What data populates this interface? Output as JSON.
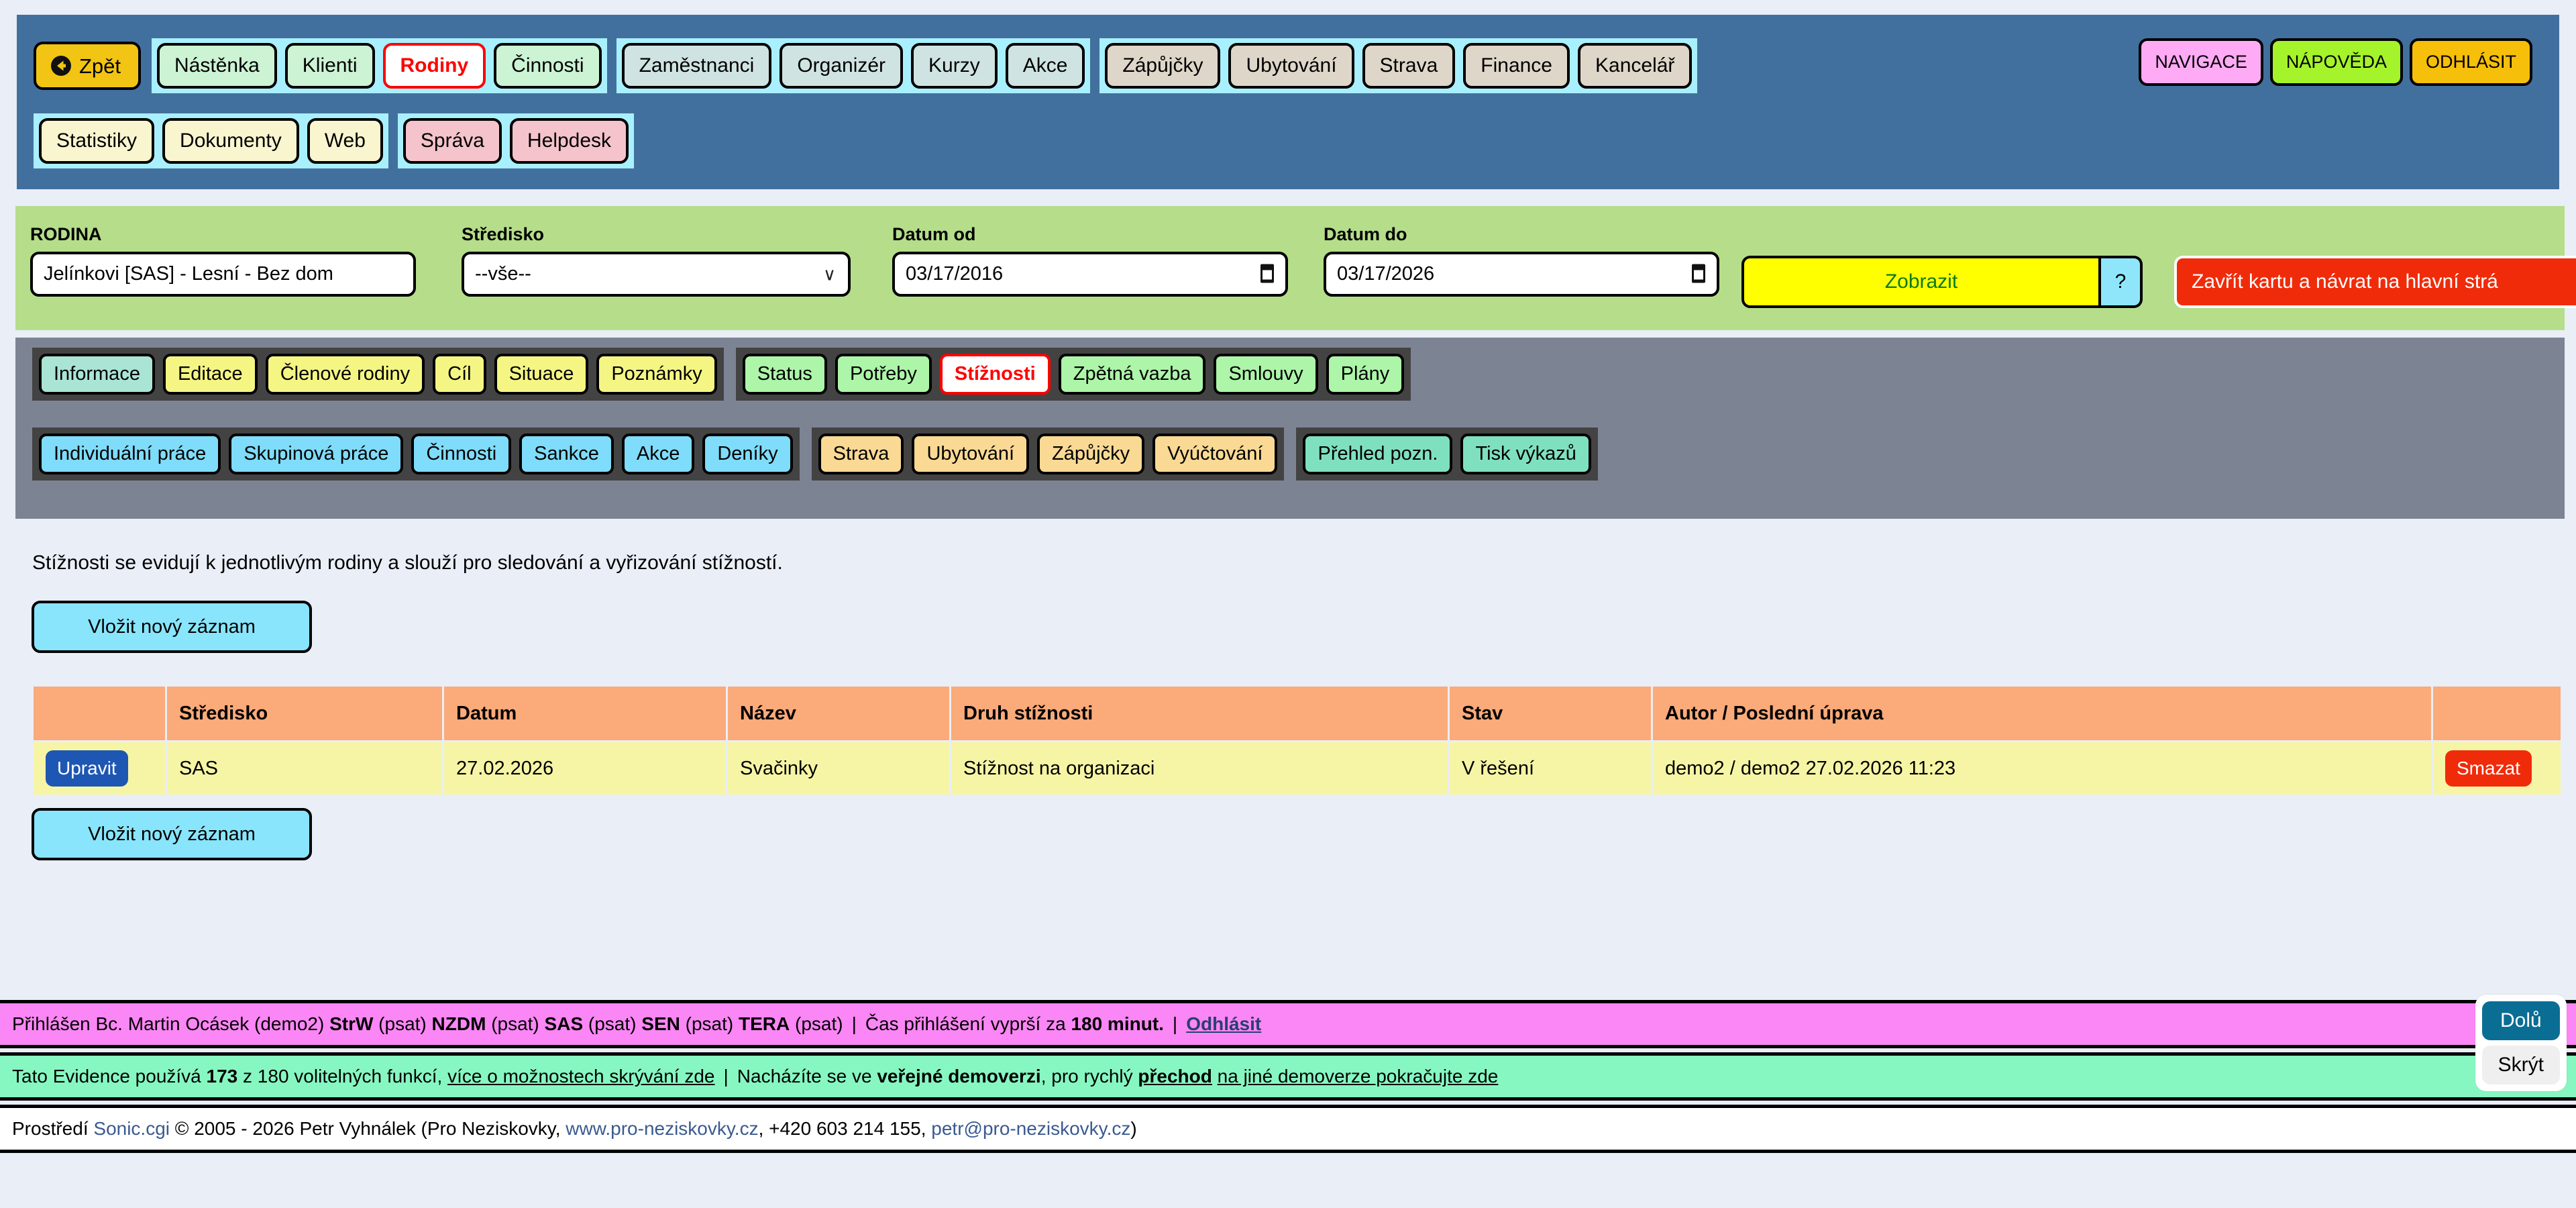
{
  "header": {
    "back_label": "Zpět",
    "back_icon": "arrow-left-circle-icon",
    "nav_groups": [
      {
        "name": "primary",
        "style": "g-green",
        "items": [
          {
            "label": "Nástěnka",
            "active": false
          },
          {
            "label": "Klienti",
            "active": false
          },
          {
            "label": "Rodiny",
            "active": true
          },
          {
            "label": "Činnosti",
            "active": false
          }
        ]
      },
      {
        "name": "secondary",
        "style": "g-teal",
        "items": [
          {
            "label": "Zaměstnanci",
            "active": false
          },
          {
            "label": "Organizér",
            "active": false
          },
          {
            "label": "Kurzy",
            "active": false
          },
          {
            "label": "Akce",
            "active": false
          }
        ]
      },
      {
        "name": "tertiary",
        "style": "g-beige",
        "items": [
          {
            "label": "Zápůjčky",
            "active": false
          },
          {
            "label": "Ubytování",
            "active": false
          },
          {
            "label": "Strava",
            "active": false
          },
          {
            "label": "Finance",
            "active": false
          },
          {
            "label": "Kancelář",
            "active": false
          }
        ]
      },
      {
        "name": "tools",
        "style": "g-cream",
        "items": [
          {
            "label": "Statistiky",
            "active": false
          },
          {
            "label": "Dokumenty",
            "active": false
          },
          {
            "label": "Web",
            "active": false
          }
        ]
      },
      {
        "name": "admin",
        "style": "g-pink",
        "items": [
          {
            "label": "Správa",
            "active": false
          },
          {
            "label": "Helpdesk",
            "active": false
          }
        ]
      }
    ],
    "right_buttons": {
      "navigace": "NAVIGACE",
      "napoveda": "NÁPOVĚDA",
      "odhlasit": "ODHLÁSIT"
    }
  },
  "filter": {
    "rodina_label": "RODINA",
    "rodina_value": "Jelínkovi [SAS] - Lesní - Bez dom",
    "stredisko_label": "Středisko",
    "stredisko_value": "--vše--",
    "stredisko_options": [
      "--vše--"
    ],
    "datum_od_label": "Datum od",
    "datum_od_value": "03/17/2016",
    "datum_do_label": "Datum do",
    "datum_do_value": "03/17/2026",
    "zobrazit_label": "Zobrazit",
    "help_label": "?",
    "close_card_label": "Zavřít kartu a návrat na hlavní strá"
  },
  "tabs": {
    "row1": [
      {
        "group": "t-mix",
        "items": [
          {
            "label": "Informace",
            "style": "t-mint",
            "selected": false
          },
          {
            "label": "Editace",
            "style": "t-yellow",
            "selected": false
          },
          {
            "label": "Členové rodiny",
            "style": "t-yellow",
            "selected": false
          },
          {
            "label": "Cíl",
            "style": "t-yellow",
            "selected": false
          },
          {
            "label": "Situace",
            "style": "t-yellow",
            "selected": false
          },
          {
            "label": "Poznámky",
            "style": "t-yellow",
            "selected": false
          }
        ]
      },
      {
        "group": "t-green-grp",
        "items": [
          {
            "label": "Status",
            "style": "t-green",
            "selected": false
          },
          {
            "label": "Potřeby",
            "style": "t-green",
            "selected": false
          },
          {
            "label": "Stížnosti",
            "style": "t-green",
            "selected": true
          },
          {
            "label": "Zpětná vazba",
            "style": "t-green",
            "selected": false
          },
          {
            "label": "Smlouvy",
            "style": "t-green",
            "selected": false
          },
          {
            "label": "Plány",
            "style": "t-green",
            "selected": false
          }
        ]
      }
    ],
    "row2": [
      {
        "group": "t-cyan-grp",
        "items": [
          {
            "label": "Individuální práce",
            "style": "t-cyan",
            "selected": false
          },
          {
            "label": "Skupinová práce",
            "style": "t-cyan",
            "selected": false
          },
          {
            "label": "Činnosti",
            "style": "t-cyan",
            "selected": false
          },
          {
            "label": "Sankce",
            "style": "t-cyan",
            "selected": false
          },
          {
            "label": "Akce",
            "style": "t-cyan",
            "selected": false
          },
          {
            "label": "Deníky",
            "style": "t-cyan",
            "selected": false
          }
        ]
      },
      {
        "group": "t-orange-grp",
        "items": [
          {
            "label": "Strava",
            "style": "t-orange",
            "selected": false
          },
          {
            "label": "Ubytování",
            "style": "t-orange",
            "selected": false
          },
          {
            "label": "Zápůjčky",
            "style": "t-orange",
            "selected": false
          },
          {
            "label": "Vyúčtování",
            "style": "t-orange",
            "selected": false
          }
        ]
      },
      {
        "group": "t-teal-grp",
        "items": [
          {
            "label": "Přehled pozn.",
            "style": "t-teal2",
            "selected": false
          },
          {
            "label": "Tisk výkazů",
            "style": "t-teal2",
            "selected": false
          }
        ]
      }
    ]
  },
  "content": {
    "intro_text": "Stížnosti se evidují k jednotlivým rodiny a slouží pro sledování a vyřizování stížností.",
    "new_record_label": "Vložit nový záznam",
    "table": {
      "columns": [
        "",
        "Středisko",
        "Datum",
        "Název",
        "Druh stížnosti",
        "Stav",
        "Autor / Poslední úprava",
        ""
      ],
      "edit_label": "Upravit",
      "delete_label": "Smazat",
      "rows": [
        {
          "stredisko": "SAS",
          "datum": "27.02.2026",
          "nazev": "Svačinky",
          "druh": "Stížnost na organizaci",
          "stav": "V řešení",
          "autor": "demo2 / demo2 27.02.2026 11:23"
        }
      ]
    }
  },
  "footer": {
    "login": {
      "prefix": "Přihlášen Bc. Martin Ocásek (demo2)",
      "roles": [
        {
          "code": "StrW",
          "note": "(psat)"
        },
        {
          "code": "NZDM",
          "note": "(psat)"
        },
        {
          "code": "SAS",
          "note": "(psat)"
        },
        {
          "code": "SEN",
          "note": "(psat)"
        },
        {
          "code": "TERA",
          "note": "(psat)"
        }
      ],
      "session_prefix": "Čas přihlášení vyprší za",
      "session_value": "180 minut.",
      "logout_link": "Odhlásit"
    },
    "evidence": {
      "part1": "Tato Evidence používá",
      "count_used": "173",
      "part2": "z 180 volitelných funkcí,",
      "link1": "více o možnostech skrývání zde",
      "part3": "Nacházíte se ve",
      "bold1": "veřejné demoverzi",
      "part4": ", pro rychlý",
      "bold2": "přechod",
      "part5": "na jiné demoverze pokračujte zde"
    },
    "copyright": {
      "prefix": "Prostředí",
      "product": "Sonic.cgi",
      "text": "© 2005 - 2026 Petr Vyhnálek (Pro Neziskovky,",
      "web": "www.pro-neziskovky.cz",
      "phone": ", +420 603 214 155,",
      "email": "petr@pro-neziskovky.cz",
      "suffix": ")"
    }
  },
  "float_panel": {
    "down_label": "Dolů",
    "hide_label": "Skrýt"
  },
  "colors": {
    "header_blue": "#42709e",
    "filter_green": "#b5dd8a",
    "tab_gray": "#7c8494",
    "tab_group_dark": "#434343",
    "page_bg": "#e9eef7",
    "accent_red": "#ff0000",
    "table_header": "#fbaa79",
    "table_row": "#f6f5a6"
  }
}
